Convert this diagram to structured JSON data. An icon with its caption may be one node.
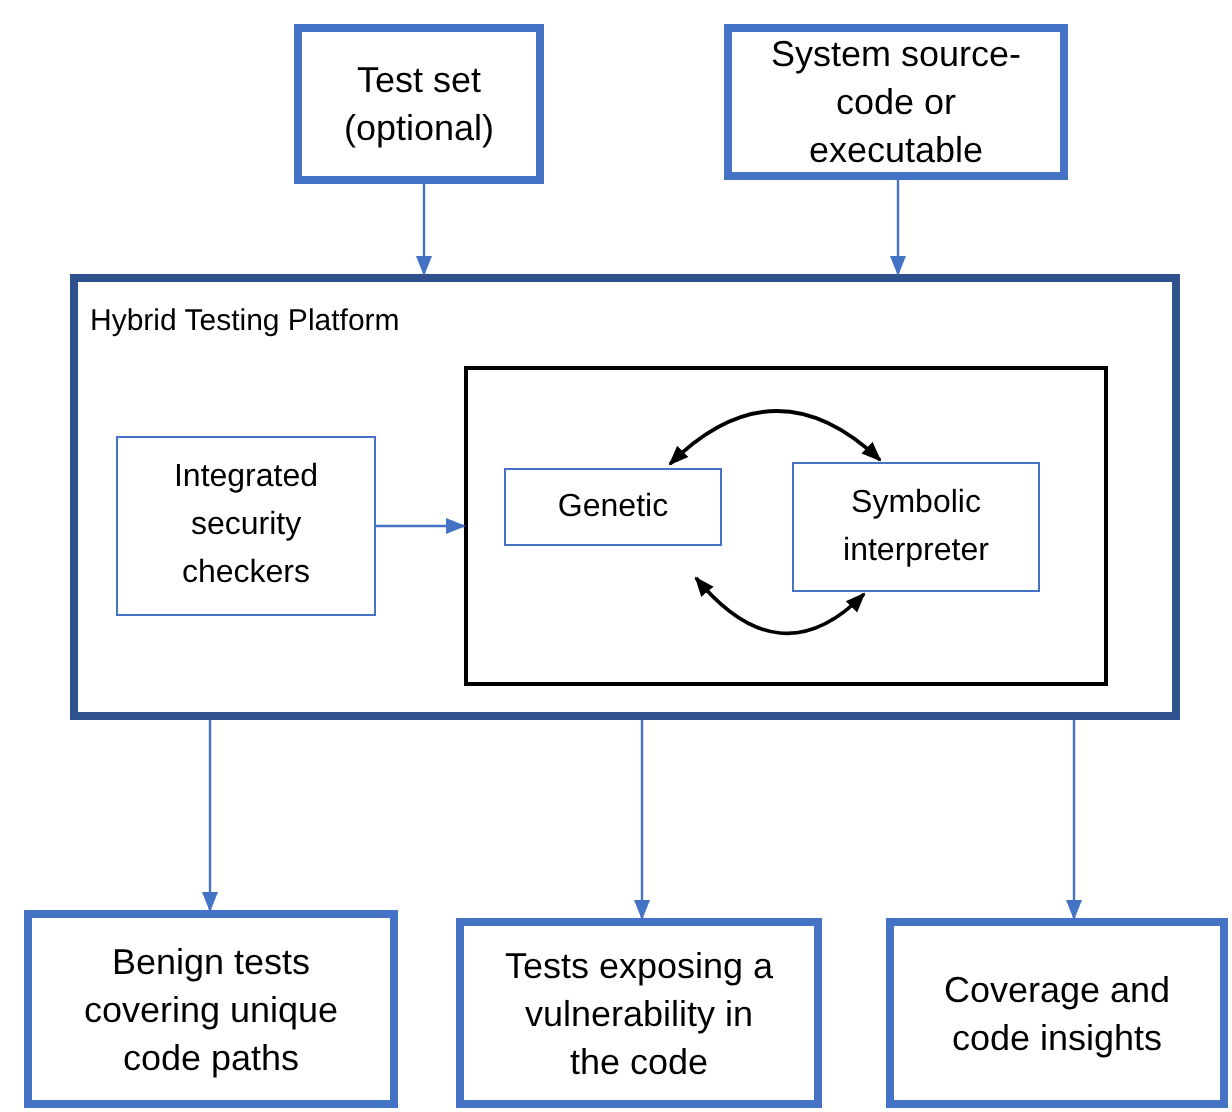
{
  "diagram": {
    "nodes": [
      {
        "text": [
          "Test set (optional)"
        ]
      },
      {
        "text": [
          "System source-code or executable"
        ]
      },
      {
        "text": [
          "Hybrid Testing Platform"
        ]
      },
      {
        "text": [
          "Integrated security checkers"
        ],
        "in": 2
      },
      {
        "text": [],
        "shape": "box",
        "in": 2
      },
      {
        "text": [
          "Genetic"
        ],
        "in": 4
      },
      {
        "text": [
          "Symbolic interpreter"
        ],
        "in": 4
      },
      {
        "text": [
          "Benign tests covering unique code paths"
        ]
      },
      {
        "text": [
          "Tests exposing a vulnerability in the code"
        ]
      },
      {
        "text": [
          "Coverage and code insights"
        ]
      }
    ],
    "edges": [
      {
        "from": 0,
        "to": 2,
        "arrow": "to"
      },
      {
        "from": 1,
        "to": 2,
        "arrow": "to"
      },
      {
        "from": 3,
        "to": 4,
        "arrow": "to"
      },
      {
        "from": 5,
        "to": 6,
        "arrow": "both",
        "color": "#000000"
      },
      {
        "from": 5,
        "to": 6,
        "arrow": "both",
        "color": "#000000"
      },
      {
        "from": 2,
        "to": 7,
        "arrow": "to"
      },
      {
        "from": 2,
        "to": 8,
        "arrow": "to"
      },
      {
        "from": 2,
        "to": 9,
        "arrow": "to"
      }
    ]
  }
}
